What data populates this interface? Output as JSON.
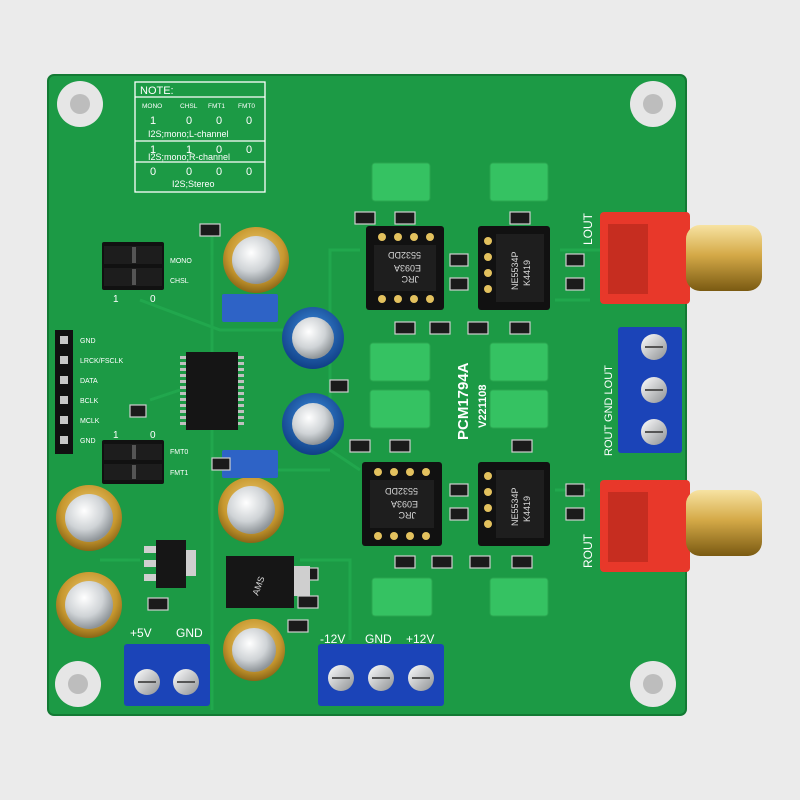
{
  "note_table": {
    "title": "NOTE:",
    "headers": [
      "MONO",
      "CHSL",
      "FMT1",
      "FMT0"
    ],
    "rows": [
      {
        "values": [
          "1",
          "0",
          "0",
          "0"
        ],
        "caption": "I2S;mono;L-channel"
      },
      {
        "values": [
          "1",
          "1",
          "0",
          "0"
        ],
        "caption": "I2S;mono;R-channel"
      },
      {
        "values": [
          "0",
          "0",
          "0",
          "0"
        ],
        "caption": "I2S;Stereo"
      }
    ]
  },
  "jumpers": {
    "top": {
      "labels": [
        "MONO",
        "CHSL"
      ],
      "side_left": "1",
      "side_right": "0"
    },
    "bottom": {
      "labels": [
        "FMT0",
        "FMT1"
      ],
      "side_left": "1",
      "side_right": "0"
    }
  },
  "header_pins": [
    "GND",
    "LRCK/FSCLK",
    "DATA",
    "BCLK",
    "MCLK",
    "GND"
  ],
  "board_title": "PCM1794A",
  "board_version": "V221108",
  "ic_markings": {
    "jrc_brand": "JRC",
    "jrc_code": "E093A",
    "jrc_part": "5532DD",
    "ne_part": "NE5534P",
    "ne_code": "K4419"
  },
  "rca": {
    "top_label": "LOUT",
    "bottom_label": "ROUT"
  },
  "terminal_out_labels": "ROUT GND LOUT",
  "power": {
    "left_labels": [
      "+5V",
      "GND"
    ],
    "right_labels": [
      "-12V",
      "GND",
      "+12V"
    ]
  },
  "regulator_marking": "AMS"
}
